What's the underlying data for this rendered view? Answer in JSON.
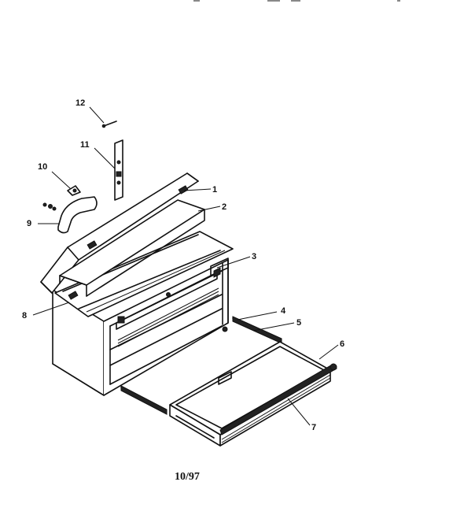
{
  "callouts": [
    {
      "id": "1",
      "label": "1"
    },
    {
      "id": "2",
      "label": "2"
    },
    {
      "id": "3",
      "label": "3"
    },
    {
      "id": "4",
      "label": "4"
    },
    {
      "id": "5",
      "label": "5"
    },
    {
      "id": "6",
      "label": "6"
    },
    {
      "id": "7",
      "label": "7"
    },
    {
      "id": "8",
      "label": "8"
    },
    {
      "id": "9",
      "label": "9"
    },
    {
      "id": "10",
      "label": "10"
    },
    {
      "id": "11",
      "label": "11"
    },
    {
      "id": "12",
      "label": "12"
    }
  ],
  "footer": {
    "date_code": "10/97"
  }
}
